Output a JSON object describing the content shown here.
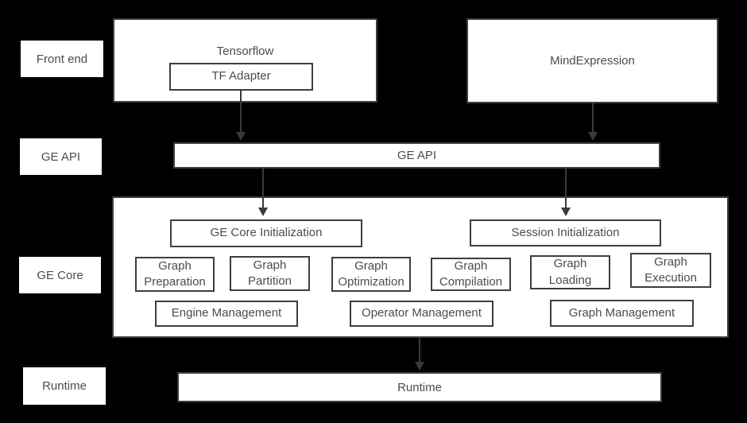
{
  "colors": {
    "background": "#000000",
    "box_fill": "#ffffff",
    "box_border": "#3e3e3e",
    "text": "#4c4c4c",
    "arrow": "#3a3a3a"
  },
  "side_labels": {
    "front_end": "Front end",
    "ge_api": "GE API",
    "ge_core": "GE Core",
    "runtime": "Runtime"
  },
  "front_end": {
    "tensorflow_label": "Tensorflow",
    "tf_adapter_label": "TF Adapter",
    "mind_expression_label": "MindExpression"
  },
  "ge_api": {
    "bar_label": "GE API"
  },
  "ge_core": {
    "init_label": "GE Core Initialization",
    "session_label": "Session Initialization",
    "stages": [
      "Graph Preparation",
      "Graph Partition",
      "Graph Optimization",
      "Graph Compilation",
      "Graph Loading",
      "Graph Execution"
    ],
    "managers": [
      "Engine Management",
      "Operator Management",
      "Graph Management"
    ]
  },
  "runtime": {
    "bar_label": "Runtime"
  }
}
